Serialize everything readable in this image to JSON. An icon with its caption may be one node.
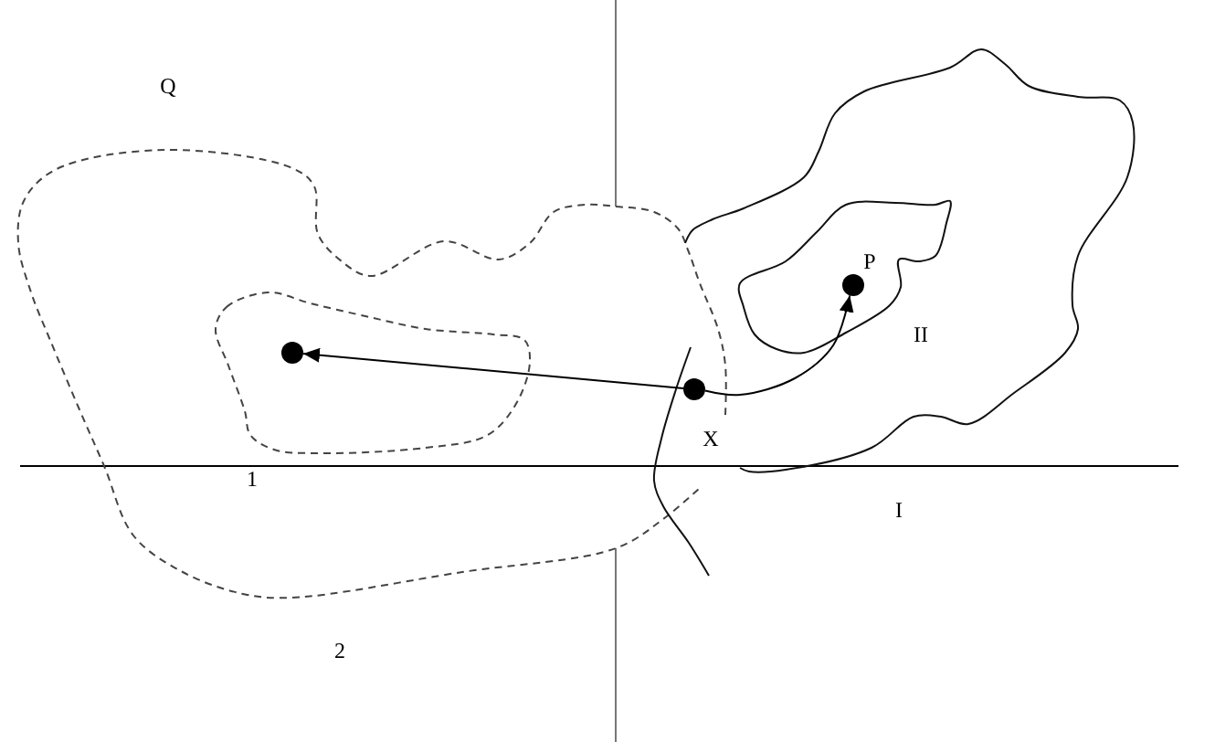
{
  "diagram": {
    "nodes": [
      {
        "text": [],
        "shape": "circle",
        "beside": [
          "P"
        ]
      },
      {
        "text": [],
        "shape": "circle"
      },
      {
        "text": [],
        "shape": "circle",
        "beside": [
          "X"
        ]
      }
    ],
    "edges": [
      {
        "from": 2,
        "to": 1,
        "arrow": "to"
      },
      {
        "from": 2,
        "to": 0,
        "arrow": "to"
      }
    ],
    "labels": [
      "Q",
      "II",
      "1",
      "I",
      "2"
    ]
  }
}
